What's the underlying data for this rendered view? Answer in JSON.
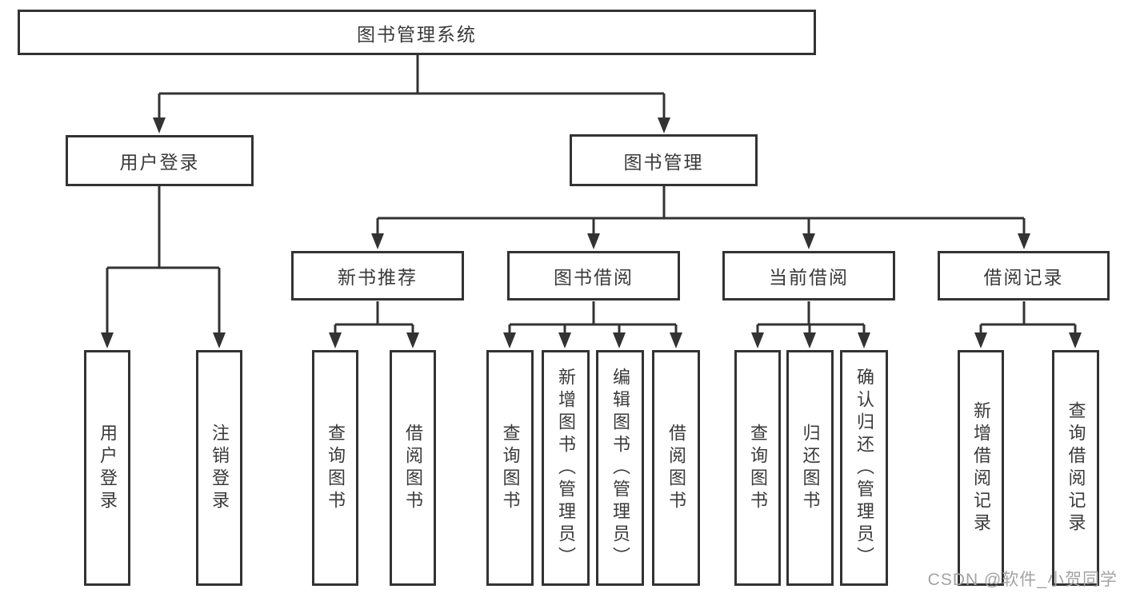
{
  "watermark": "CSDN @软件_小贺同学",
  "nodes": {
    "root": "图书管理系统",
    "l1": {
      "user_login": "用户登录",
      "book_mgmt": "图书管理"
    },
    "l2": {
      "new_book_rec": "新书推荐",
      "book_borrow": "图书借阅",
      "current_borrow": "当前借阅",
      "borrow_records": "借阅记录"
    },
    "l3": {
      "user_login": "用户登录",
      "logout": "注销登录",
      "rec_query_books": "查询图书",
      "rec_borrow_books": "借阅图书",
      "bb_query_books": "查询图书",
      "bb_add_book": "新增图书（管理员）",
      "bb_edit_book": "编辑图书（管理员）",
      "bb_borrow_books": "借阅图书",
      "cb_query_books": "查询图书",
      "cb_return_books": "归还图书",
      "cb_confirm_return": "确认归还（管理员）",
      "br_add_record": "新增借阅记录",
      "br_query_record": "查询借阅记录"
    }
  }
}
